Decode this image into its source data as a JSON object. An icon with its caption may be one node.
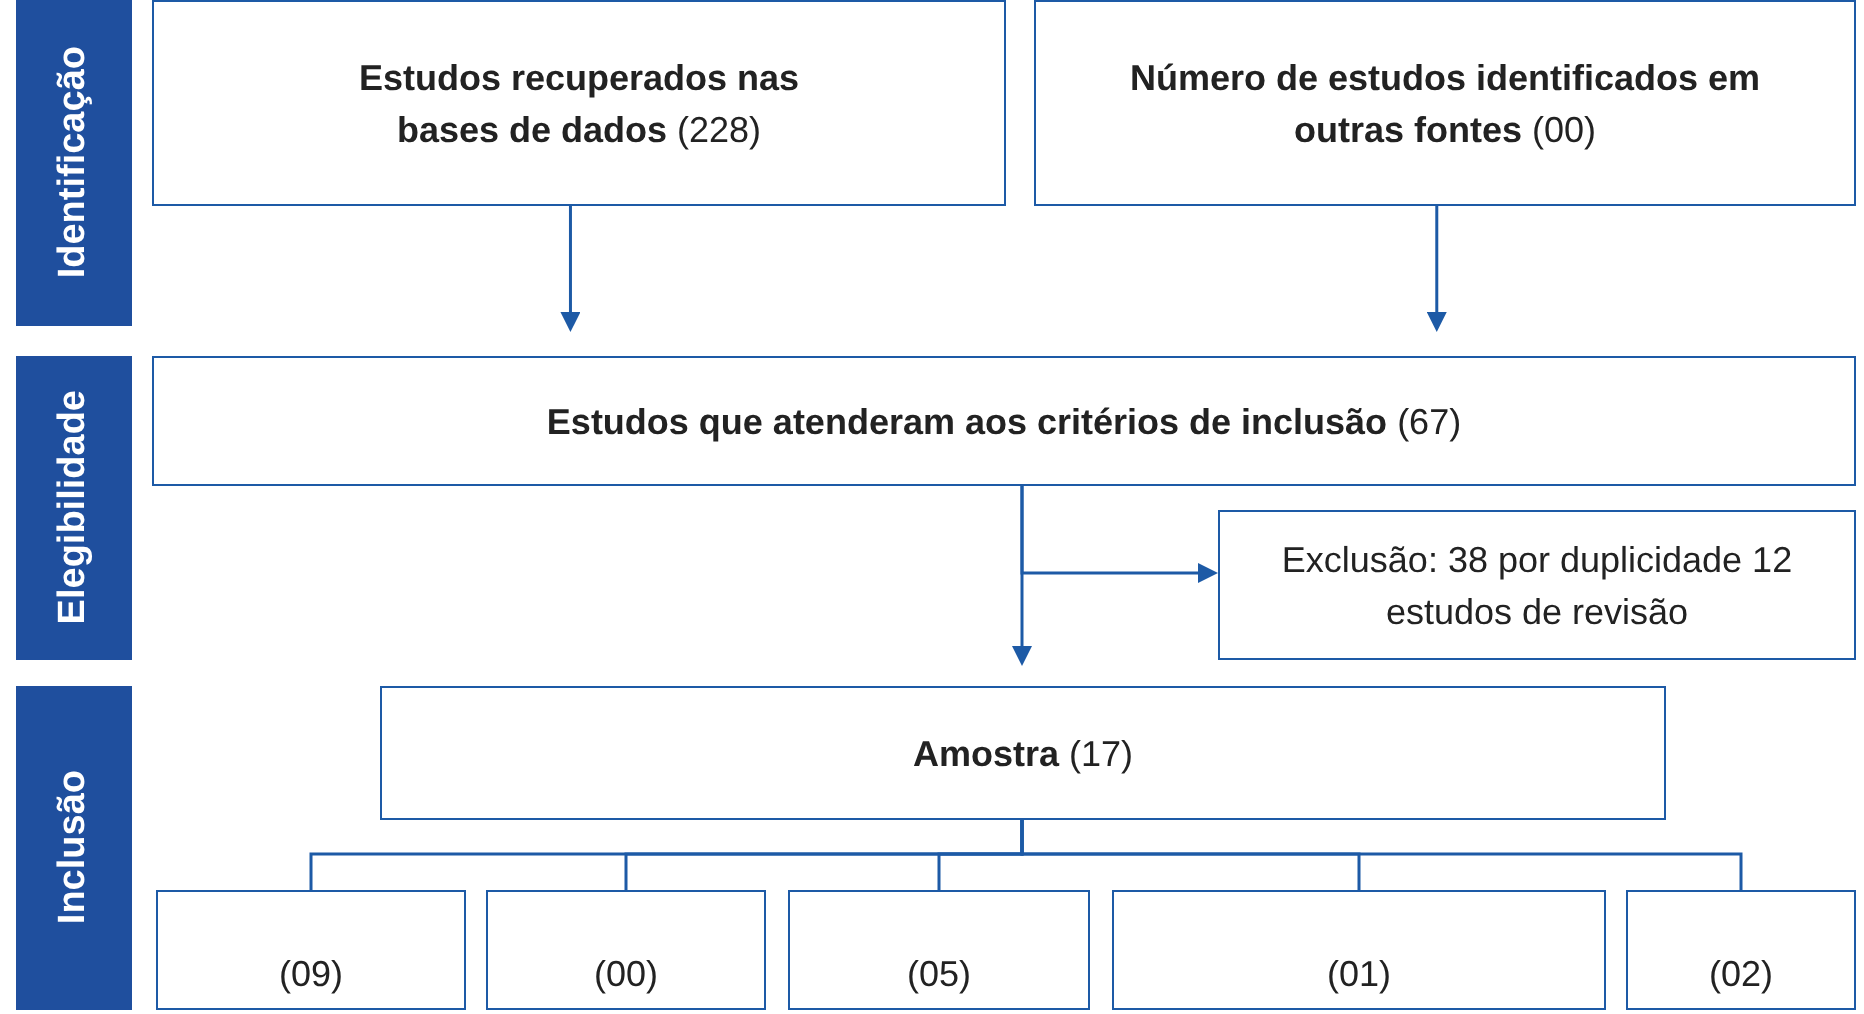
{
  "diagram": {
    "nodes": [
      {
        "text": [
          "Identificação"
        ]
      },
      {
        "text": [
          "**Estudos recuperados nas bases de dados** (228)"
        ]
      },
      {
        "text": [
          "**Número de estudos identificados em outras fontes** (00)"
        ]
      },
      {
        "text": [
          "Elegibilidade"
        ]
      },
      {
        "text": [
          "**Estudos que atenderam aos critérios de inclusão** (67)"
        ]
      },
      {
        "text": [
          "Exclusão: 38 por duplicidade 12 estudos de revisão"
        ]
      },
      {
        "text": [
          "Inclusão"
        ]
      },
      {
        "text": [
          "**Amostra** (17)"
        ]
      },
      {
        "text": [
          "(09)"
        ]
      },
      {
        "text": [
          "(00)"
        ]
      },
      {
        "text": [
          "(05)"
        ]
      },
      {
        "text": [
          "(01)"
        ]
      },
      {
        "text": [
          "(02)"
        ]
      }
    ],
    "edges": [
      {
        "from": 1,
        "to": 4,
        "arrow": "to"
      },
      {
        "from": 2,
        "to": 4,
        "arrow": "to"
      },
      {
        "from": 4,
        "to": 7,
        "arrow": "to"
      },
      {
        "from": 4,
        "to": 5,
        "arrow": "to"
      },
      {
        "from": 7,
        "to": 8,
        "arrow": "none"
      },
      {
        "from": 7,
        "to": 9,
        "arrow": "none"
      },
      {
        "from": 7,
        "to": 10,
        "arrow": "none"
      },
      {
        "from": 7,
        "to": 11,
        "arrow": "none"
      },
      {
        "from": 7,
        "to": 12,
        "arrow": "none"
      }
    ]
  }
}
